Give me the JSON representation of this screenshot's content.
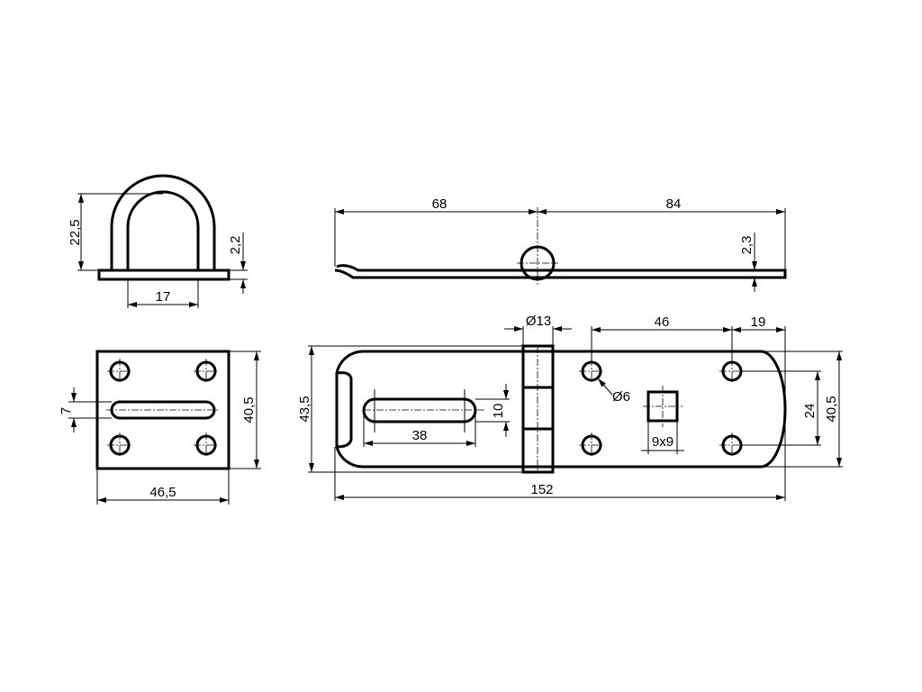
{
  "drawing": {
    "staple_front": {
      "height": "22,5",
      "plate_thickness": "2,2",
      "inner_width": "17"
    },
    "hasp_side": {
      "left_length": "68",
      "right_length": "84",
      "thickness": "2,3"
    },
    "staple_top": {
      "slot_width": "7",
      "height": "40,5",
      "width": "46,5"
    },
    "hasp_top": {
      "knuckle_diameter": "Ø13",
      "hole_spacing": "46",
      "end_offset": "19",
      "hole_diameter": "Ø6",
      "square_hole": "9x9",
      "hole_vertical_spacing": "24",
      "right_height": "40,5",
      "overall_height": "43,5",
      "slot_width": "10",
      "slot_length": "38",
      "overall_length": "152"
    }
  }
}
